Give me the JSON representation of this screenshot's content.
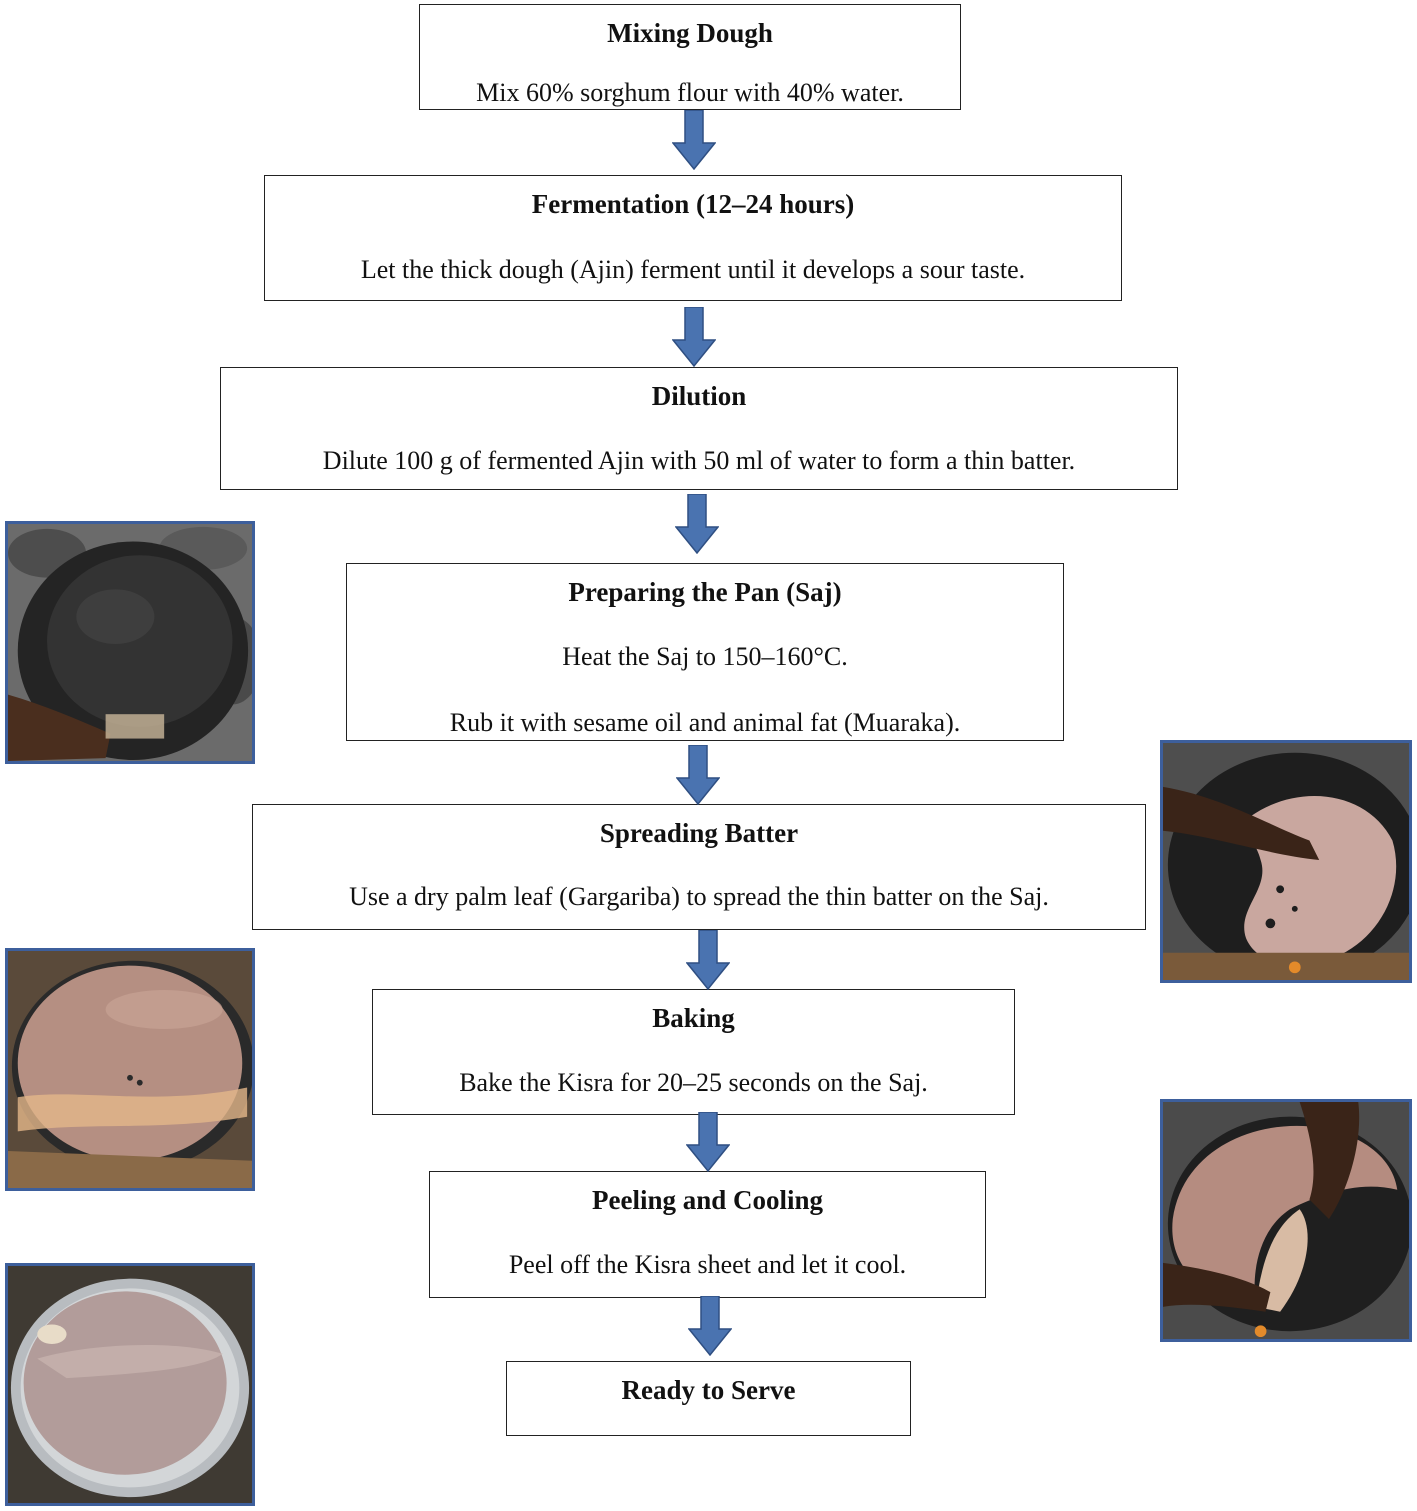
{
  "steps": [
    {
      "title": "Mixing Dough",
      "lines": [
        "Mix 60% sorghum flour with 40% water."
      ]
    },
    {
      "title": "Fermentation (12–24 hours)",
      "lines": [
        "Let the thick dough (Ajin) ferment until it develops a sour taste."
      ]
    },
    {
      "title": "Dilution",
      "lines": [
        "Dilute 100 g of fermented Ajin with 50 ml of water to form a thin batter."
      ]
    },
    {
      "title": "Preparing the Pan (Saj)",
      "lines": [
        "Heat the Saj to 150–160°C.",
        "Rub it with sesame oil and animal fat (Muaraka)."
      ]
    },
    {
      "title": "Spreading Batter",
      "lines": [
        "Use a dry palm leaf (Gargariba) to spread the thin batter on the Saj."
      ]
    },
    {
      "title": "Baking",
      "lines": [
        "Bake the Kisra for 20–25 seconds on the Saj."
      ]
    },
    {
      "title": "Peeling and Cooling",
      "lines": [
        "Peel off the Kisra sheet and let it cool."
      ]
    },
    {
      "title": "Ready to Serve",
      "lines": []
    }
  ],
  "colors": {
    "arrow": "#4a73b0",
    "arrow_outline": "#2f4f82",
    "photo_border": "#3d5f9c",
    "box_border": "#222222"
  },
  "photos": [
    {
      "subject": "empty-saj-being-oiled"
    },
    {
      "subject": "batter-being-spread-on-saj"
    },
    {
      "subject": "kisra-baking-on-saj"
    },
    {
      "subject": "kisra-being-peeled"
    },
    {
      "subject": "kisra-on-serving-tray"
    }
  ]
}
